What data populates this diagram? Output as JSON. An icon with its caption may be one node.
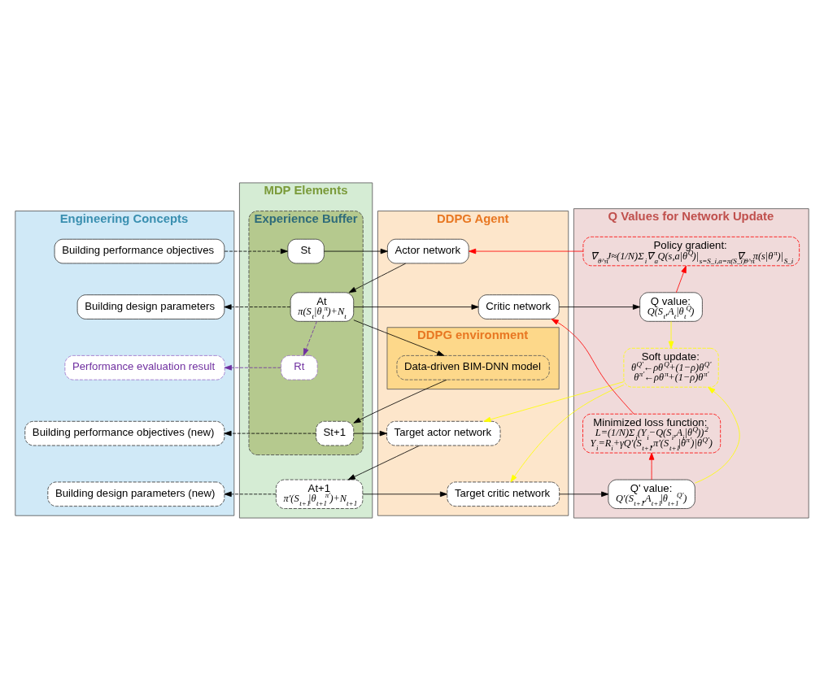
{
  "diagram": {
    "nodes": [
      {
        "text": [
          "Engineering Concepts"
        ]
      },
      {
        "text": [
          "Building performance objectives"
        ],
        "in": 0
      },
      {
        "text": [
          "Building design parameters"
        ],
        "in": 0
      },
      {
        "text": [
          "Performance evaluation result"
        ],
        "in": 0
      },
      {
        "text": [
          "Building performance objectives (new)"
        ],
        "in": 0
      },
      {
        "text": [
          "Building design parameters (new)"
        ],
        "in": 0
      },
      {
        "text": [
          "MDP Elements"
        ]
      },
      {
        "text": [
          "Experience Buffer"
        ],
        "in": 6
      },
      {
        "text": [
          "St"
        ],
        "in": 7
      },
      {
        "text": [
          "At",
          "π(S$_{t}$|θ$_{t}$$^{π}$)+N$_{t}$"
        ],
        "in": 7
      },
      {
        "text": [
          "Rt"
        ],
        "in": 7
      },
      {
        "text": [
          "St+1"
        ],
        "in": 7
      },
      {
        "text": [
          "At+1",
          "π'(S$_{t+1}$|θ$_{t+1}$$^{π'}$)+N$_{t+1}$"
        ],
        "in": 6
      },
      {
        "text": [
          "DDPG Agent"
        ]
      },
      {
        "text": [
          "Actor network"
        ],
        "in": 13
      },
      {
        "text": [
          "Critic network"
        ],
        "in": 13
      },
      {
        "text": [
          "DDPG environment"
        ],
        "in": 13
      },
      {
        "text": [
          "Data-driven BIM-DNN model"
        ],
        "in": 16
      },
      {
        "text": [
          "Target actor network"
        ],
        "in": 13
      },
      {
        "text": [
          "Target critic network"
        ],
        "in": 13
      },
      {
        "text": [
          "Q Values for Network Update"
        ]
      },
      {
        "text": [
          "Policy gradient:",
          "∇$_{θ^π}$J≈(1/N)Σ$_{i}$∇$_{a}$Q(s,a|θ$^{Q}$)|$_{s=S_i,a=π(S_i)}$∇$_{θ^π}$π(s|θ$^{π}$)|$_{S_i}$"
        ],
        "in": 20
      },
      {
        "text": [
          "Q value:",
          "Q(S$_{t}$,A$_{t}$|θ$_{t}$$^{Q}$)"
        ],
        "in": 20
      },
      {
        "text": [
          "Soft update:",
          "θ$^{Q'}$←ρθ$^{Q}$+(1−ρ)θ$^{Q'}$",
          "θ$^{π'}$←ρθ$^{π}$+(1−ρ)θ$^{π'}$"
        ],
        "in": 20
      },
      {
        "text": [
          "Minimized loss function:",
          "L=(1/N)Σ$_{i}$(Y$_{i}$−Q(S$_{i}$,A$_{i}$|θ$^{Q}$))$^{2}$",
          "Y$_{i}$=R$_{i}$+γQ'(S$_{t+1}$,π'(S$_{t+1}$|θ$^{π'}$)|θ$^{Q'}$)"
        ],
        "in": 20
      },
      {
        "text": [
          "Q' value:",
          "Q'(S$_{t+1}$,A$_{t+1}$|θ$_{t+1}$$^{Q'}$)"
        ],
        "in": 20
      }
    ],
    "edges": [
      {
        "from": 1,
        "to": 8,
        "arrow": "to",
        "style": "dashed"
      },
      {
        "from": 8,
        "to": 14,
        "arrow": "to"
      },
      {
        "from": 14,
        "to": 9,
        "arrow": "to"
      },
      {
        "from": 9,
        "to": 2,
        "arrow": "to",
        "style": "dashed"
      },
      {
        "from": 9,
        "to": 15,
        "arrow": "to"
      },
      {
        "from": 15,
        "to": 22,
        "arrow": "to"
      },
      {
        "from": 22,
        "to": 21,
        "arrow": "to",
        "color": "#ff0000"
      },
      {
        "from": 21,
        "to": 14,
        "arrow": "to",
        "color": "#ff0000"
      },
      {
        "from": 9,
        "to": 10,
        "arrow": "to",
        "style": "dashed",
        "color": "#7030a0"
      },
      {
        "from": 10,
        "to": 3,
        "arrow": "to",
        "style": "dashed",
        "color": "#7030a0"
      },
      {
        "from": 9,
        "to": 17,
        "arrow": "to"
      },
      {
        "from": 17,
        "to": 11,
        "arrow": "to"
      },
      {
        "from": 11,
        "to": 4,
        "arrow": "to",
        "style": "dashed"
      },
      {
        "from": 11,
        "to": 18,
        "arrow": "to"
      },
      {
        "from": 18,
        "to": 12,
        "arrow": "to"
      },
      {
        "from": 12,
        "to": 5,
        "arrow": "to",
        "style": "dashed"
      },
      {
        "from": 12,
        "to": 19,
        "arrow": "to"
      },
      {
        "from": 19,
        "to": 25,
        "arrow": "to"
      },
      {
        "from": 25,
        "to": 24,
        "arrow": "to",
        "color": "#ff0000"
      },
      {
        "from": 24,
        "to": 15,
        "arrow": "to",
        "color": "#ff0000"
      },
      {
        "from": 22,
        "to": 23,
        "arrow": "to",
        "color": "#ffff00"
      },
      {
        "from": 25,
        "to": 23,
        "arrow": "to",
        "color": "#ffff00"
      },
      {
        "from": 23,
        "to": 18,
        "arrow": "to",
        "color": "#ffff00"
      },
      {
        "from": 23,
        "to": 19,
        "arrow": "to",
        "color": "#ffff00"
      }
    ]
  }
}
